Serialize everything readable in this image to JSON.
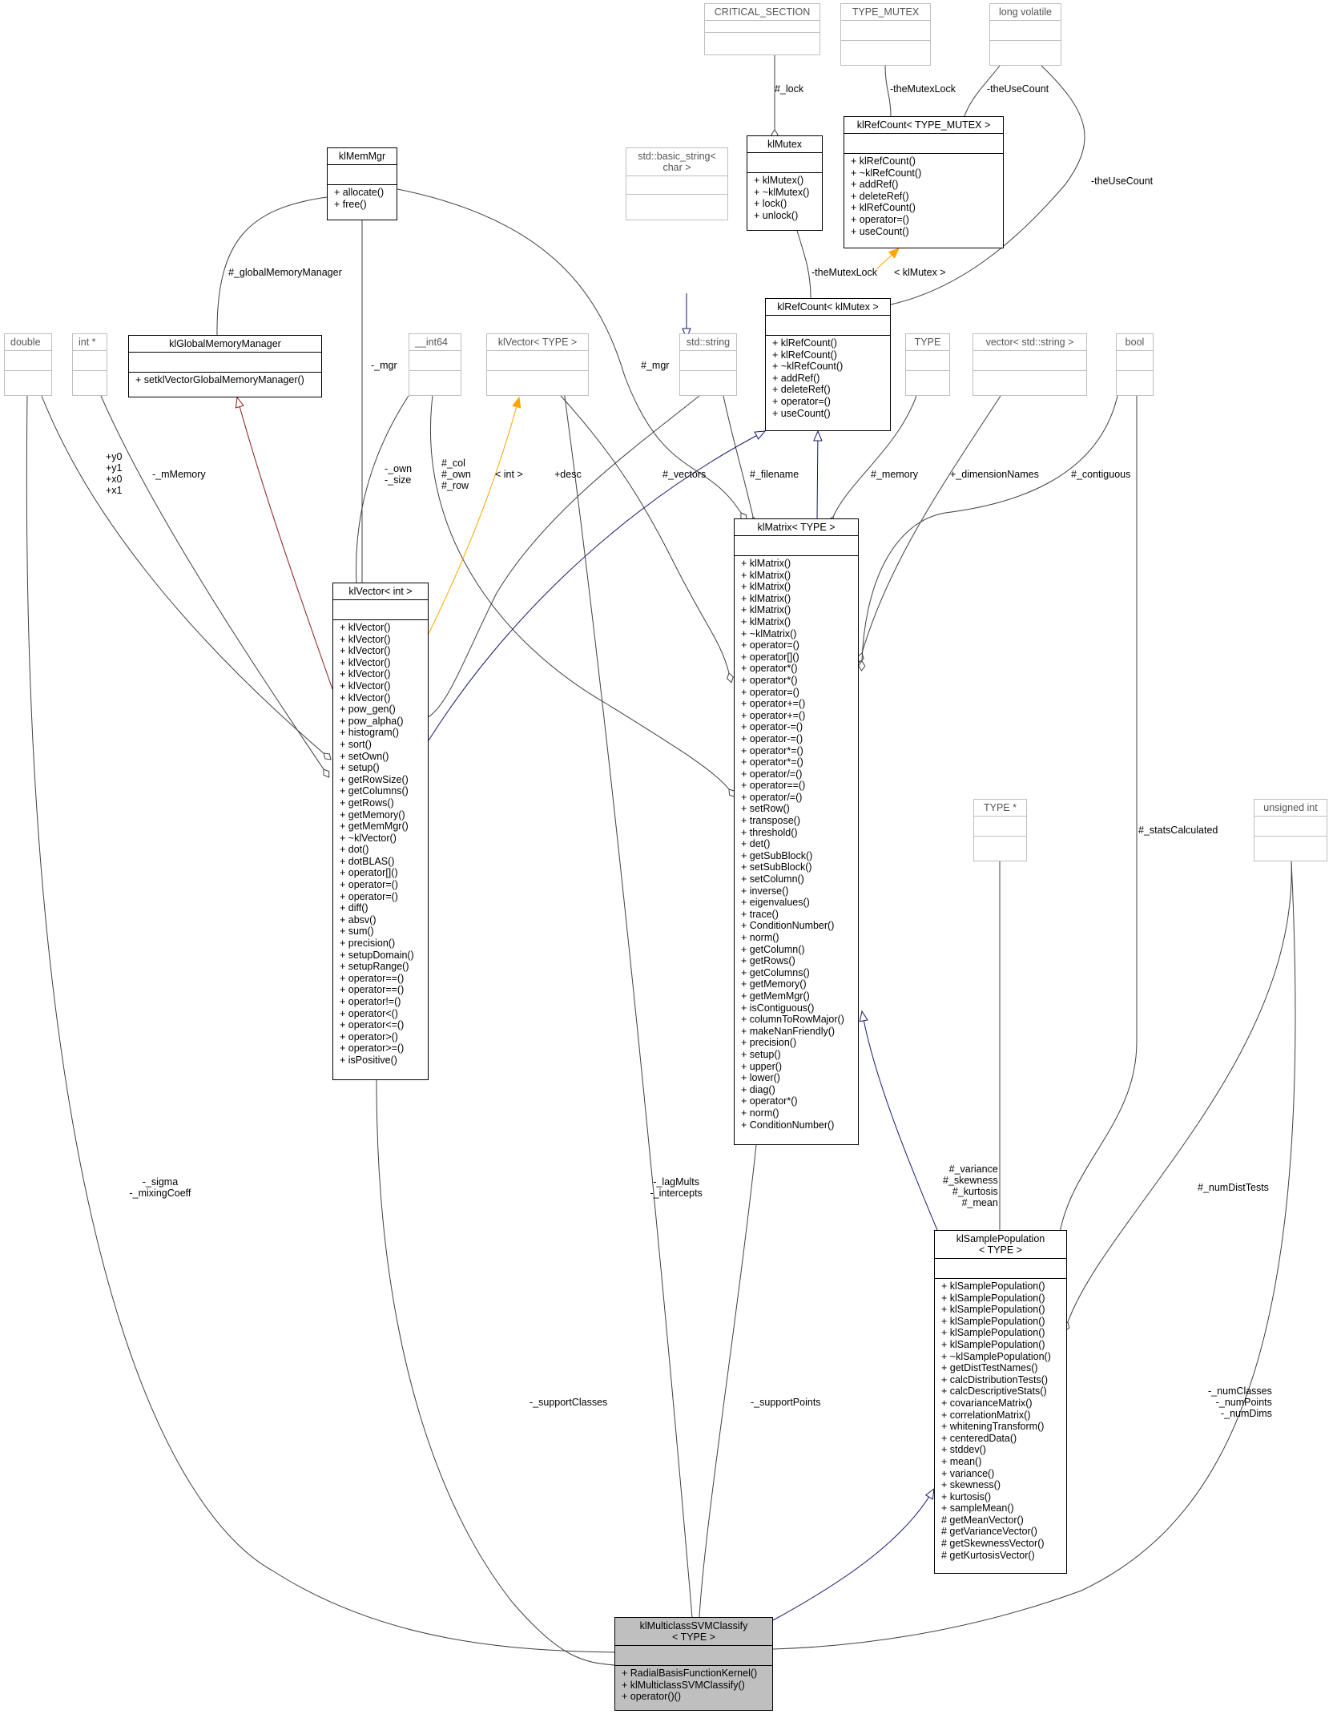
{
  "classes": {
    "critical_section": {
      "title": "CRITICAL_SECTION"
    },
    "type_mutex": {
      "title": "TYPE_MUTEX"
    },
    "long_volatile": {
      "title": "long volatile"
    },
    "klmemmgr": {
      "title": "klMemMgr",
      "methods": [
        "+ allocate()",
        "+ free()"
      ]
    },
    "basic_string": {
      "title": "std::basic_string<\nchar >"
    },
    "klmutex": {
      "title": "klMutex",
      "methods": [
        "+ klMutex()",
        "+ ~klMutex()",
        "+ lock()",
        "+ unlock()"
      ]
    },
    "refcount_type_mutex": {
      "title": "klRefCount< TYPE_MUTEX >",
      "methods": [
        "+ klRefCount()",
        "+ ~klRefCount()",
        "+ addRef()",
        "+ deleteRef()",
        "+ klRefCount()",
        "+ operator=()",
        "+ useCount()"
      ]
    },
    "refcount_klmutex": {
      "title": "klRefCount< klMutex >",
      "methods": [
        "+ klRefCount()",
        "+ klRefCount()",
        "+ ~klRefCount()",
        "+ addRef()",
        "+ deleteRef()",
        "+ operator=()",
        "+ useCount()"
      ]
    },
    "double": {
      "title": "double"
    },
    "int_ptr": {
      "title": "int *"
    },
    "globalmem": {
      "title": "klGlobalMemoryManager",
      "methods": [
        "+ setklVectorGlobalMemoryManager()"
      ]
    },
    "int64": {
      "title": "__int64"
    },
    "klvector_type": {
      "title": "klVector< TYPE >"
    },
    "std_string": {
      "title": "std::string"
    },
    "type": {
      "title": "TYPE"
    },
    "vector_string": {
      "title": "vector< std::string >"
    },
    "bool": {
      "title": "bool"
    },
    "klvector_int": {
      "title": "klVector< int >",
      "methods": [
        "+ klVector()",
        "+ klVector()",
        "+ klVector()",
        "+ klVector()",
        "+ klVector()",
        "+ klVector()",
        "+ klVector()",
        "+ pow_gen()",
        "+ pow_alpha()",
        "+ histogram()",
        "+ sort()",
        "+ setOwn()",
        "+ setup()",
        "+ getRowSize()",
        "+ getColumns()",
        "+ getRows()",
        "+ getMemory()",
        "+ getMemMgr()",
        "+ ~klVector()",
        "+ dot()",
        "+ dotBLAS()",
        "+ operator[]()",
        "+ operator=()",
        "+ operator=()",
        "+ diff()",
        "+ absv()",
        "+ sum()",
        "+ precision()",
        "+ setupDomain()",
        "+ setupRange()",
        "+ operator==()",
        "+ operator==()",
        "+ operator!=()",
        "+ operator<()",
        "+ operator<=()",
        "+ operator>()",
        "+ operator>=()",
        "+ isPositive()"
      ]
    },
    "klmatrix": {
      "title": "klMatrix< TYPE >",
      "methods": [
        "+ klMatrix()",
        "+ klMatrix()",
        "+ klMatrix()",
        "+ klMatrix()",
        "+ klMatrix()",
        "+ klMatrix()",
        "+ ~klMatrix()",
        "+ operator=()",
        "+ operator[]()",
        "+ operator*()",
        "+ operator*()",
        "+ operator=()",
        "+ operator+=()",
        "+ operator+=()",
        "+ operator-=()",
        "+ operator-=()",
        "+ operator*=()",
        "+ operator*=()",
        "+ operator/=()",
        "+ operator==()",
        "+ operator/=()",
        "+ setRow()",
        "+ transpose()",
        "+ threshold()",
        "+ det()",
        "+ getSubBlock()",
        "+ setSubBlock()",
        "+ setColumn()",
        "+ inverse()",
        "+ eigenvalues()",
        "+ trace()",
        "+ ConditionNumber()",
        "+ norm()",
        "+ getColumn()",
        "+ getRows()",
        "+ getColumns()",
        "+ getMemory()",
        "+ getMemMgr()",
        "+ isContiguous()",
        "+ columnToRowMajor()",
        "+ makeNanFriendly()",
        "+ precision()",
        "+ setup()",
        "+ upper()",
        "+ lower()",
        "+ diag()",
        "+ operator*()",
        "+ norm()",
        "+ ConditionNumber()"
      ]
    },
    "type_ptr": {
      "title": "TYPE *"
    },
    "unsigned_int": {
      "title": "unsigned int"
    },
    "samplepop": {
      "title": "klSamplePopulation\n< TYPE >",
      "methods": [
        "+ klSamplePopulation()",
        "+ klSamplePopulation()",
        "+ klSamplePopulation()",
        "+ klSamplePopulation()",
        "+ klSamplePopulation()",
        "+ klSamplePopulation()",
        "+ ~klSamplePopulation()",
        "+ getDistTestNames()",
        "+ calcDistributionTests()",
        "+ calcDescriptiveStats()",
        "+ covarianceMatrix()",
        "+ correlationMatrix()",
        "+ whiteningTransform()",
        "+ centeredData()",
        "+ stddev()",
        "+ mean()",
        "+ variance()",
        "+ skewness()",
        "+ kurtosis()",
        "+ sampleMean()",
        "# getMeanVector()",
        "# getVarianceVector()",
        "# getSkewnessVector()",
        "# getKurtosisVector()"
      ]
    },
    "svm": {
      "title": "klMulticlassSVMClassify\n< TYPE >",
      "methods": [
        "+ RadialBasisFunctionKernel()",
        "+ klMulticlassSVMClassify()",
        "+ operator()()"
      ]
    }
  },
  "edge_labels": {
    "lock": "#_lock",
    "mutexlock_top": "-theMutexLock",
    "usecount_top": "-theUseCount",
    "usecount_right": "-theUseCount",
    "mutexlock": "-theMutexLock",
    "template_klmutex": "< klMutex >",
    "global_mm": "#_globalMemoryManager",
    "mgr_left": "-_mgr",
    "mgr_right": "#_mgr",
    "xy": "+y0\n+y1\n+x0\n+x1",
    "mmemory": "-_mMemory",
    "own_size": "-_own\n-_size",
    "col_own_row": "#_col\n#_own\n#_row",
    "template_int": "< int >",
    "desc": "+desc",
    "vectors": "#_vectors",
    "filename": "#_filename",
    "memory": "#_memory",
    "dimension_names": "+_dimensionNames",
    "contiguous": "#_contiguous",
    "stats_calculated": "#_statsCalculated",
    "variance": "#_variance\n#_skewness\n#_kurtosis\n#_mean",
    "num_dist_tests": "#_numDistTests",
    "sigma": "-_sigma\n-_mixingCoeff",
    "lag_mults": "-_lagMults\n-_intercepts",
    "support_classes": "-_supportClasses",
    "support_points": "-_supportPoints",
    "num_classes": "-_numClasses\n-_numPoints\n-_numDims"
  },
  "colors": {
    "association": "#404040",
    "inheritance": "#191970",
    "template": "#ffa500",
    "derived_red": "#8b1a1a",
    "ghost_border": "#bfbfbf",
    "focus_fill": "#bfbfbf"
  }
}
